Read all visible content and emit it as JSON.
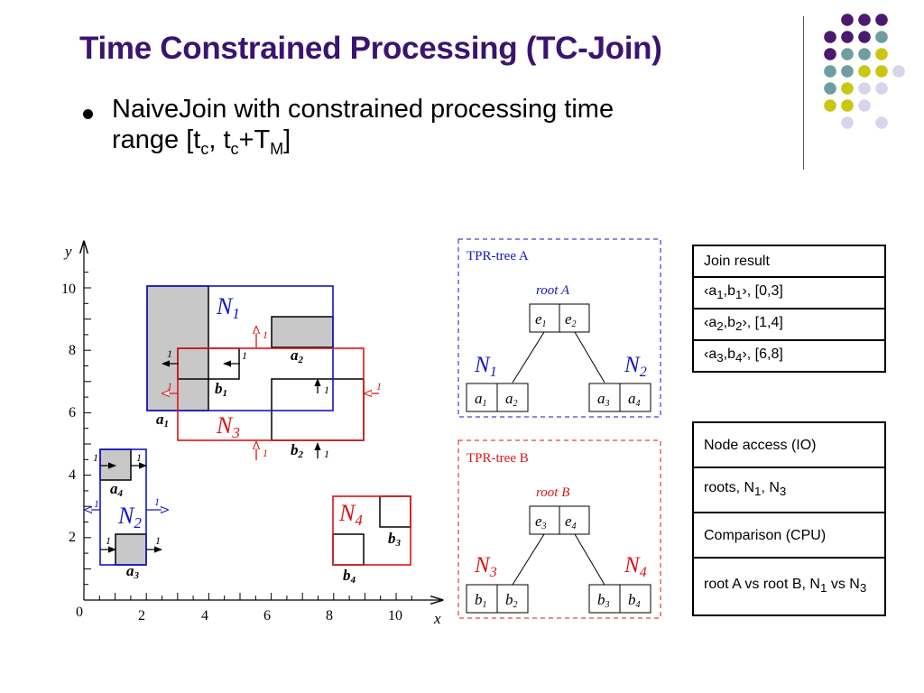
{
  "title": "Time Constrained Processing (TC-Join)",
  "bullet": {
    "text_main": "NaiveJoin with constrained processing time",
    "text_range_prefix": "range [t",
    "sub_c1": "c",
    "text_comma": ", t",
    "sub_c2": "c",
    "text_plus": "+T",
    "sub_m": "M",
    "text_end": "]"
  },
  "join_result": {
    "header": "Join result",
    "rows": [
      {
        "a": "a",
        "ai": "1",
        "b": "b",
        "bi": "1",
        "range": "[0,3]"
      },
      {
        "a": "a",
        "ai": "2",
        "b": "b",
        "bi": "2",
        "range": "[1,4]"
      },
      {
        "a": "a",
        "ai": "3",
        "b": "b",
        "bi": "4",
        "range": "[6,8]"
      }
    ]
  },
  "node_access": {
    "header": "Node access (IO)",
    "roots_prefix": "roots, N",
    "roots_sub1": "1",
    "roots_mid": ", N",
    "roots_sub2": "3",
    "comparison": "Comparison (CPU)",
    "cmp_prefix": "root A vs root B, N",
    "cmp_sub1": "1",
    "cmp_mid": " vs N",
    "cmp_sub2": "3"
  },
  "plot": {
    "y_label": "y",
    "x_label": "x",
    "origin": "0",
    "x_ticks": [
      "2",
      "4",
      "6",
      "8",
      "10"
    ],
    "y_ticks": [
      "2",
      "4",
      "6",
      "8",
      "10"
    ],
    "velocity": "1",
    "labels": {
      "N1": "N",
      "N1_sub": "1",
      "N2": "N",
      "N2_sub": "2",
      "N3": "N",
      "N3_sub": "3",
      "N4": "N",
      "N4_sub": "4",
      "a1": "a",
      "a1_sub": "1",
      "a2": "a",
      "a2_sub": "2",
      "a3": "a",
      "a3_sub": "3",
      "a4": "a",
      "a4_sub": "4",
      "b1": "b",
      "b1_sub": "1",
      "b2": "b",
      "b2_sub": "2",
      "b3": "b",
      "b3_sub": "3",
      "b4": "b",
      "b4_sub": "4"
    }
  },
  "tree_a": {
    "title": "TPR-tree A",
    "root": "root A",
    "e1": "e",
    "e1_sub": "1",
    "e2": "e",
    "e2_sub": "2",
    "n1": "N",
    "n1_sub": "1",
    "n2": "N",
    "n2_sub": "2",
    "leaf1": "a",
    "leaf1_sub": "1",
    "leaf2": "a",
    "leaf2_sub": "2",
    "leaf3": "a",
    "leaf3_sub": "3",
    "leaf4": "a",
    "leaf4_sub": "4"
  },
  "tree_b": {
    "title": "TPR-tree B",
    "root": "root B",
    "e3": "e",
    "e3_sub": "3",
    "e4": "e",
    "e4_sub": "4",
    "n3": "N",
    "n3_sub": "3",
    "n4": "N",
    "n4_sub": "4",
    "leaf1": "b",
    "leaf1_sub": "1",
    "leaf2": "b",
    "leaf2_sub": "2",
    "leaf3": "b",
    "leaf3_sub": "3",
    "leaf4": "b",
    "leaf4_sub": "4"
  },
  "colors": {
    "title": "#3a1470",
    "purple": "#4a1a6e",
    "teal": "#6e9ea0",
    "lime": "#c8c814",
    "lavender": "#d6d6ea",
    "blue": "#1414c8",
    "red": "#dc1414"
  }
}
